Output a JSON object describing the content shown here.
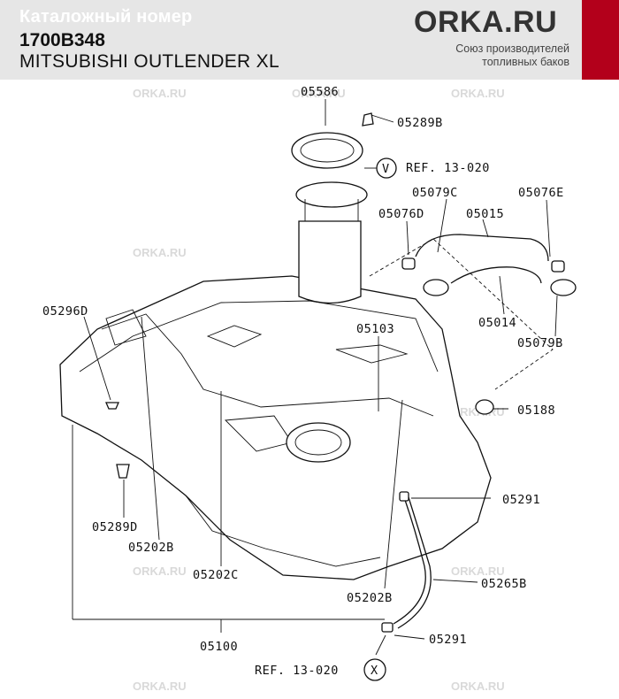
{
  "header": {
    "caption": "Каталожный номер",
    "part_number": "1700B348",
    "model": "MITSUBISHI OUTLENDER XL"
  },
  "brand": {
    "name": "ORKA.RU",
    "tagline_line1": "Союз производителей",
    "tagline_line2": "топливных баков",
    "accent_color": "#b3001b"
  },
  "watermark": "ORKA.RU",
  "callouts": {
    "c05586": "05586",
    "c05289B": "05289B",
    "refTopCircle": "V",
    "refTop": "REF. 13-020",
    "c05079C": "05079C",
    "c05076E": "05076E",
    "c05076D": "05076D",
    "c05015": "05015",
    "c05014": "05014",
    "c05079B": "05079B",
    "c05296D": "05296D",
    "c05103": "05103",
    "c05188": "05188",
    "c05291a": "05291",
    "c05289D": "05289D",
    "c05202B_left": "05202B",
    "c05202C": "05202C",
    "c05265B": "05265B",
    "c05202B_right": "05202B",
    "c05100": "05100",
    "c05291b": "05291",
    "refBottom": "REF. 13-020",
    "refBottomCircle": "X"
  }
}
